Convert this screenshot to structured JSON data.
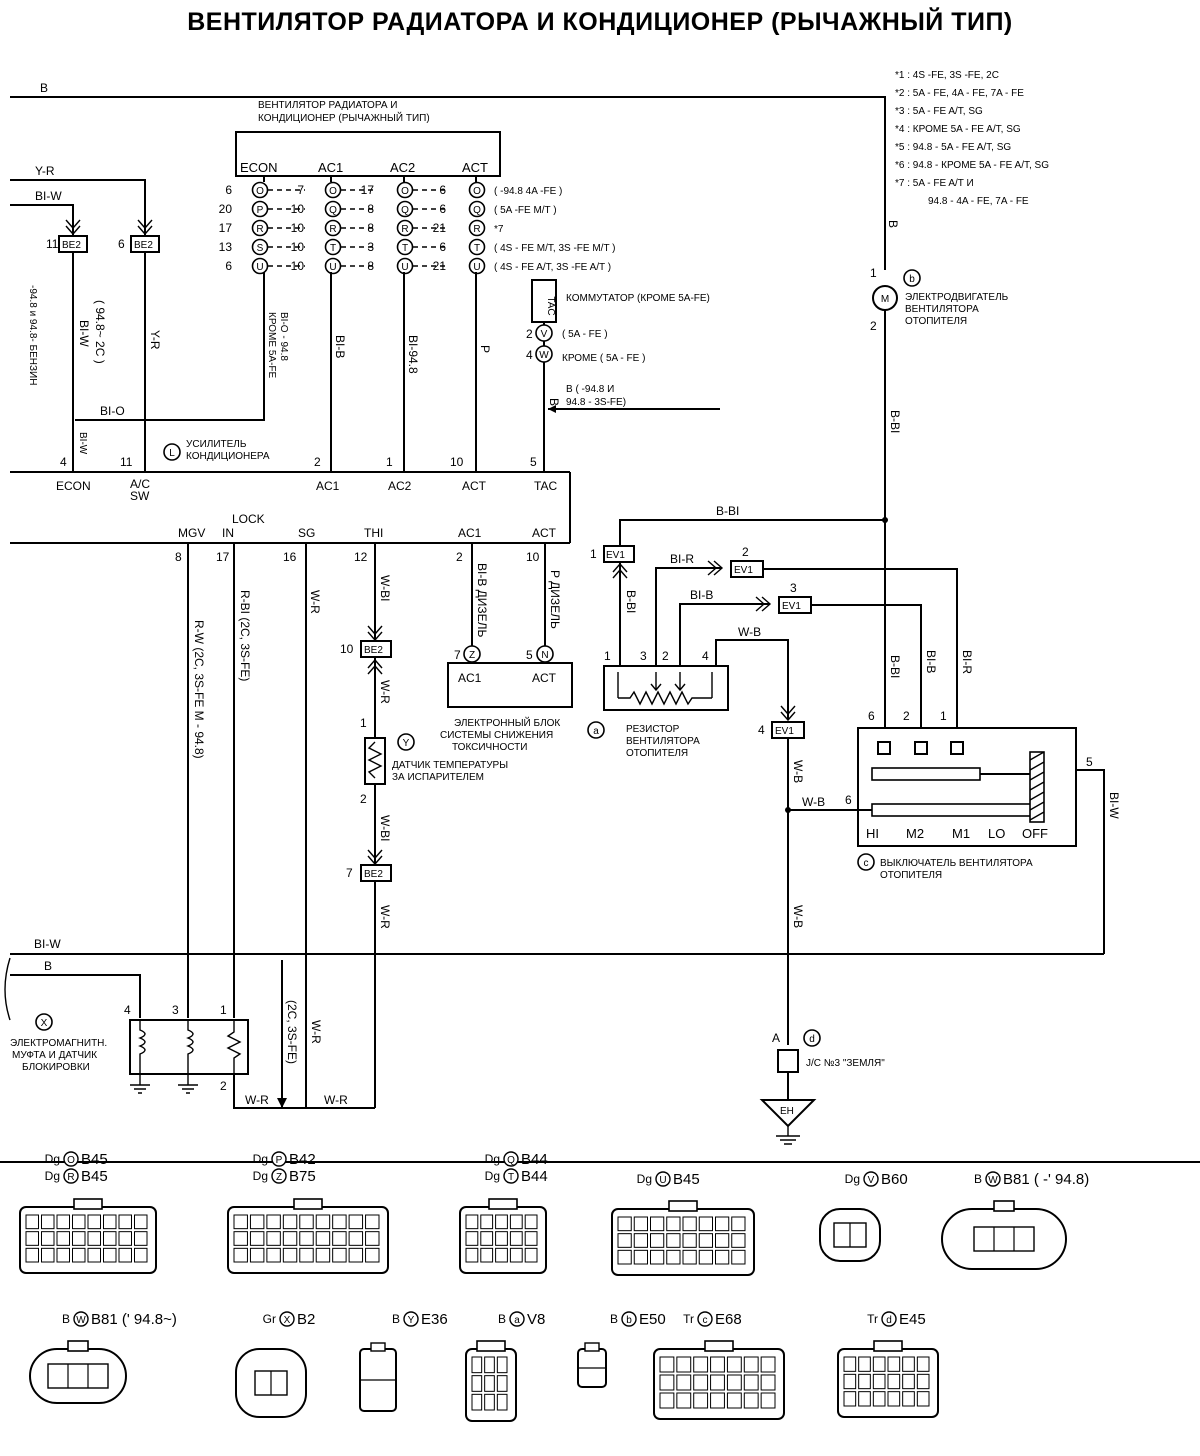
{
  "title": "ВЕНТИЛЯТОР РАДИАТОРА И КОНДИЦИОНЕР (РЫЧАЖНЫЙ ТИП)",
  "notes": [
    "*1 : 4S -FE, 3S -FE, 2C",
    "*2 : 5A - FE, 4A - FE, 7A - FE",
    "*3 : 5A - FE A/T, SG",
    "*4 : КРОМЕ 5A - FE A/T, SG",
    "*5 : 94.8 - 5A - FE A/T, SG",
    "*6 : 94.8 - КРОМЕ 5A - FE A/T, SG",
    "*7 : 5A - FE A/T И",
    "94.8 - 4A - FE, 7A - FE"
  ],
  "pin_table": {
    "caption_1": "ВЕНТИЛЯТОР РАДИАТОРА И",
    "caption_2": "КОНДИЦИОНЕР (РЫЧАЖНЫЙ ТИП)",
    "headers": [
      "ECON",
      "AC1",
      "AC2",
      "ACT"
    ],
    "rows": [
      {
        "cells": [
          "6",
          "O",
          "7",
          "O",
          "17",
          "O",
          "6",
          "O"
        ],
        "note": "( -94.8 4A -FE )"
      },
      {
        "cells": [
          "20",
          "P",
          "10",
          "Q",
          "8",
          "Q",
          "6",
          "Q"
        ],
        "note": "( 5A -FE M/T )"
      },
      {
        "cells": [
          "17",
          "R",
          "10",
          "R",
          "8",
          "R",
          "21",
          "R"
        ],
        "note": "*7"
      },
      {
        "cells": [
          "13",
          "S",
          "10",
          "T",
          "3",
          "T",
          "6",
          "T"
        ],
        "note": "( 4S - FE M/T, 3S -FE M/T )"
      },
      {
        "cells": [
          "6",
          "U",
          "10",
          "U",
          "8",
          "U",
          "21",
          "U"
        ],
        "note": "( 4S - FE A/T, 3S -FE A/T )"
      }
    ]
  },
  "ecu": {
    "letter": "L",
    "label_1": "УСИЛИТЕЛЬ",
    "label_2": "КОНДИЦИОНЕРА",
    "top_pins": [
      {
        "num": "4",
        "name": "ECON"
      },
      {
        "num": "11",
        "name": "A/C"
      },
      {
        "num": "",
        "name": "SW"
      },
      {
        "num": "2",
        "name": "AC1"
      },
      {
        "num": "1",
        "name": "AC2"
      },
      {
        "num": "10",
        "name": "ACT"
      },
      {
        "num": "5",
        "name": "TAC"
      }
    ],
    "bottom_pins": [
      {
        "num": "8",
        "name": "MGV"
      },
      {
        "num": "17",
        "name": "LOCK"
      },
      {
        "num": "",
        "name": "IN"
      },
      {
        "num": "16",
        "name": "SG"
      },
      {
        "num": "12",
        "name": "THI"
      },
      {
        "num": "2",
        "name": "AC1"
      },
      {
        "num": "10",
        "name": "ACT"
      }
    ]
  },
  "wires": {
    "b": "B",
    "yr": "Y-R",
    "blw": "BI-W",
    "blo": "BI-O",
    "blb": "BI-B",
    "blb948": "BI-94.8",
    "p": "P",
    "bbl": "B-BI",
    "blr": "BI-R",
    "wb": "W-B",
    "rw": "R-W",
    "rbl": "R-BI",
    "wr": "W-R",
    "wbl": "W-BI",
    "blb_diesel": "BI-B ДИЗЕЛЬ",
    "p_diesel": "P ДИЗЕЛЬ",
    "rw_note": "R-W (2C, 3S-FE M - 94.8)",
    "rbl_note": "R-BI (2C, 3S-FE)",
    "c2c3s": "(2C, 3S-FE)",
    "kr_5a": "КРОМЕ 5A-FE",
    "blo948": "BI-O - 94.8",
    "b_note_1": "B ( -94.8 И",
    "b_note_2": "94.8 - 3S-FE)"
  },
  "side_notes": {
    "rot_1": "-94.8 и 94.8- БЕНЗИН",
    "rot_2": "( 94.8~ 2C )"
  },
  "junctions": {
    "be2": "BE2",
    "ev1": "EV1",
    "pin11": "11",
    "pin6": "6",
    "pin10": "10",
    "pin7": "7"
  },
  "tac": {
    "box": "TAC",
    "label": "КОММУТАТОР (КРОМЕ 5A-FE)",
    "v_letter": "V",
    "v_num": "2",
    "v_text": "( 5A - FE )",
    "w_letter": "W",
    "w_num": "4",
    "w_text": "КРОМЕ ( 5A - FE )"
  },
  "blower_motor": {
    "letter": "b",
    "label_1": "ЭЛЕКТРОДВИГАТЕЛЬ",
    "label_2": "ВЕНТИЛЯТОРА",
    "label_3": "ОТОПИТЕЛЯ",
    "pin1": "1",
    "pin2": "2",
    "m": "M"
  },
  "emission_ecu": {
    "letter": "a",
    "label_1": "ЭЛЕКТРОННЫЙ БЛОК",
    "label_2": "СИСТЕМЫ СНИЖЕНИЯ",
    "label_3": "ТОКСИЧНОСТИ",
    "pin_ac1": "AC1",
    "pin_act": "ACT",
    "n7": "7",
    "l7": "Z",
    "n5": "5",
    "l5": "N"
  },
  "resistor": {
    "label_1": "РЕЗИСТОР",
    "label_2": "ВЕНТИЛЯТОРА",
    "label_3": "ОТОПИТЕЛЯ",
    "pins": [
      "1",
      "3",
      "2",
      "4"
    ]
  },
  "sensor": {
    "letter": "Y",
    "label_1": "ДАТЧИК ТЕМПЕРАТУРЫ",
    "label_2": "ЗА ИСПАРИТЕЛЕМ",
    "pin1": "1",
    "pin2": "2"
  },
  "switch": {
    "letter": "c",
    "label_1": "ВЫКЛЮЧАТЕЛЬ ВЕНТИЛЯТОРА",
    "label_2": "ОТОПИТЕЛЯ",
    "positions": [
      "HI",
      "M2",
      "M1",
      "LO",
      "OFF"
    ],
    "pins": [
      "6",
      "2",
      "1",
      "5",
      "6"
    ]
  },
  "clutch": {
    "letter": "X",
    "label_1": "ЭЛЕКТРОМАГНИТН.",
    "label_2": "МУФТА И ДАТЧИК",
    "label_3": "БЛОКИРОВКИ",
    "pins": [
      "4",
      "3",
      "1",
      "2"
    ]
  },
  "jc": {
    "letter": "d",
    "pin": "A",
    "label": "J/C №3 \"ЗЕМЛЯ\"",
    "ground": "EH"
  },
  "ev1_pins": [
    "1",
    "2",
    "3",
    "4"
  ],
  "connectors": [
    {
      "color": "Dg",
      "letter": "O",
      "code": "B45"
    },
    {
      "color": "Dg",
      "letter": "R",
      "code": "B45"
    },
    {
      "color": "Dg",
      "letter": "P",
      "code": "B42"
    },
    {
      "color": "Dg",
      "letter": "Z",
      "code": "B75"
    },
    {
      "color": "Dg",
      "letter": "Q",
      "code": "B44"
    },
    {
      "color": "Dg",
      "letter": "T",
      "code": "B44"
    },
    {
      "color": "Dg",
      "letter": "U",
      "code": "B45"
    },
    {
      "color": "Dg",
      "letter": "V",
      "code": "B60"
    },
    {
      "color": "B",
      "letter": "W",
      "code": "B81 ( -' 94.8)"
    },
    {
      "color": "B",
      "letter": "W",
      "code": "B81 (' 94.8~)"
    },
    {
      "color": "Gr",
      "letter": "X",
      "code": "B2"
    },
    {
      "color": "B",
      "letter": "Y",
      "code": "E36"
    },
    {
      "color": "B",
      "letter": "a",
      "code": "V8"
    },
    {
      "color": "B",
      "letter": "b",
      "code": "E50"
    },
    {
      "color": "Tr",
      "letter": "c",
      "code": "E68"
    },
    {
      "color": "Tr",
      "letter": "d",
      "code": "E45"
    }
  ]
}
